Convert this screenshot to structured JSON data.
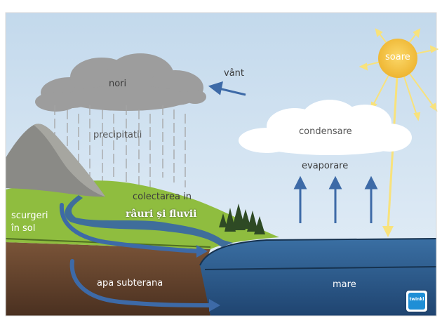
{
  "diagram": {
    "labels": {
      "sun": "soare",
      "wind": "vânt",
      "clouds": "nori",
      "precipitation": "precipitatii",
      "condensation": "condensare",
      "evaporation": "evaporare",
      "collection_line1": "colectarea in",
      "collection_line2": "râuri și fluvii",
      "runoff_line1": "scurgeri",
      "runoff_line2": "în sol",
      "groundwater": "apa subterana",
      "sea": "mare"
    },
    "logo": {
      "text": "twinkl",
      "icon": "twinkl-logo-icon"
    },
    "colors": {
      "sky": "#cfe2f0",
      "sun": "#f4c33d",
      "sun_rays": "#f7e27a",
      "rain_cloud": "#9c9c9c",
      "white_cloud": "#ffffff",
      "grass": "#8fbe3f",
      "soil": "#6b4a33",
      "water": "#2f5d8c",
      "arrows": "#3c6aa8"
    }
  }
}
